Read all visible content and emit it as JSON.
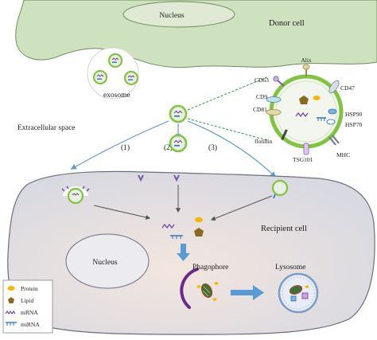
{
  "donor": {
    "nucleus_label": "Nucleus",
    "cell_label": "Donor cell"
  },
  "exosome_label": "exosome",
  "extracellular_label": "Extracellular space",
  "pathways": [
    "(1)",
    "(2)",
    "(3)"
  ],
  "exosome_markers": {
    "alix": "Alix",
    "cd63": "CD63",
    "cd47": "CD47",
    "cd9": "CD9",
    "cd81": "CD81",
    "hsp90": "HSP90",
    "hsp70": "HSP70",
    "flotillin": "flotillin",
    "tsg101": "TSG101",
    "mhc": "MHC"
  },
  "recipient": {
    "cell_label": "Recipient cell",
    "nucleus_label": "Nucleus",
    "phagophore_label": "Phagophore",
    "lysosome_label": "Lysosome"
  },
  "legend": [
    {
      "icon": "protein-icon",
      "label": "Protein"
    },
    {
      "icon": "lipid-icon",
      "label": "Lipid"
    },
    {
      "icon": "mrna-icon",
      "label": "mRNA"
    },
    {
      "icon": "mirna-icon",
      "label": "miRNA"
    }
  ],
  "colors": {
    "donor_cell": "#cfe2c0",
    "recipient_cell": "#dcdde3",
    "exosome_ring": "#82c341",
    "arrow_blue": "#5b9bd5",
    "protein": "#f5b800",
    "lipid": "#8a6a1f",
    "rna": "#6a3a9a"
  }
}
